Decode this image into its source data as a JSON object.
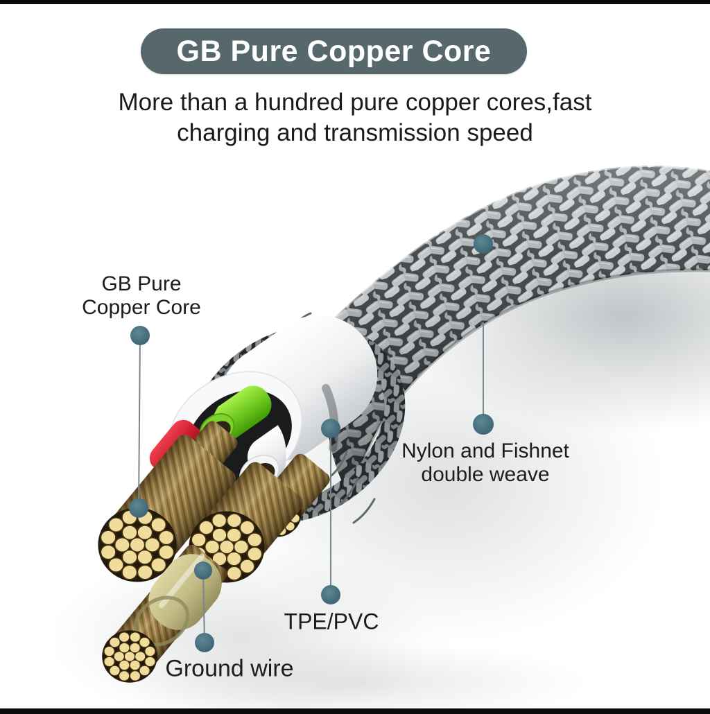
{
  "banner": {
    "label": "GB Pure Copper Core"
  },
  "subtitle": {
    "line1": "More than a hundred pure copper cores,fast",
    "line2": "charging and transmission speed"
  },
  "callouts": [
    {
      "id": "copper-core",
      "line1": "GB Pure",
      "line2": "Copper Core"
    },
    {
      "id": "nylon-weave",
      "line1": "Nylon and Fishnet",
      "line2": "double weave"
    },
    {
      "id": "tpe-pvc",
      "label": "TPE/PVC"
    },
    {
      "id": "ground-wire",
      "label": "Ground wire"
    }
  ],
  "colors": {
    "banner_bg": "#57686c",
    "banner_text": "#ffffff",
    "text_dark": "#1a1a1a",
    "callout_dot": "#47707e",
    "callout_line": "#7b868c",
    "page_bg": "#ffffff",
    "frame_bar": "#0a0a0a",
    "braid_gray": "#aeb3b6",
    "sheath_white": "#f8f9fa",
    "wire_green": "#7fd22c",
    "wire_red": "#c2182a",
    "wire_white": "#f4f5f7",
    "copper_strand": "#a5894f",
    "copper_face": "#f2dc9b",
    "ground_sleeve": "#c3bc86"
  },
  "illustration": {
    "name": "usb-cable-cross-section-photo",
    "parts": [
      "braided nylon jacket",
      "white TPE/PVC sheath",
      "red wire",
      "green wire",
      "white wire",
      "copper core bundles",
      "ground wire"
    ]
  }
}
